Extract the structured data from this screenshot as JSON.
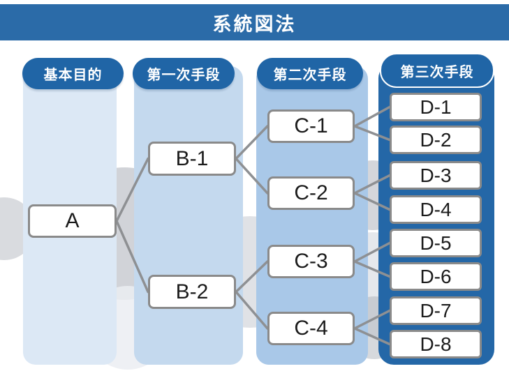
{
  "title": "系統図法",
  "columns": [
    {
      "header": "基本目的"
    },
    {
      "header": "第一次手段"
    },
    {
      "header": "第二次手段"
    },
    {
      "header": "第三次手段"
    }
  ],
  "nodes": {
    "a": "A",
    "b1": "B-1",
    "b2": "B-2",
    "c1": "C-1",
    "c2": "C-2",
    "c3": "C-3",
    "c4": "C-4",
    "d1": "D-1",
    "d2": "D-2",
    "d3": "D-3",
    "d4": "D-4",
    "d5": "D-5",
    "d6": "D-6",
    "d7": "D-7",
    "d8": "D-8"
  },
  "edges": [
    [
      "a",
      "b1"
    ],
    [
      "a",
      "b2"
    ],
    [
      "b1",
      "c1"
    ],
    [
      "b1",
      "c2"
    ],
    [
      "b2",
      "c3"
    ],
    [
      "b2",
      "c4"
    ],
    [
      "c1",
      "d1"
    ],
    [
      "c1",
      "d2"
    ],
    [
      "c2",
      "d3"
    ],
    [
      "c2",
      "d4"
    ],
    [
      "c3",
      "d5"
    ],
    [
      "c3",
      "d6"
    ],
    [
      "c4",
      "d7"
    ],
    [
      "c4",
      "d8"
    ]
  ],
  "colors": {
    "title_bar": "#2b6ba8",
    "pill": "#2065a6",
    "column1": "#dce8f5",
    "column2": "#c4d9ee",
    "column3": "#a9c8e8",
    "column4": "#2467a7",
    "box_border": "#8a8a8a",
    "edge_line": "#8e9093",
    "node_text": "#1b1b1b",
    "header_text": "#ffffff"
  }
}
